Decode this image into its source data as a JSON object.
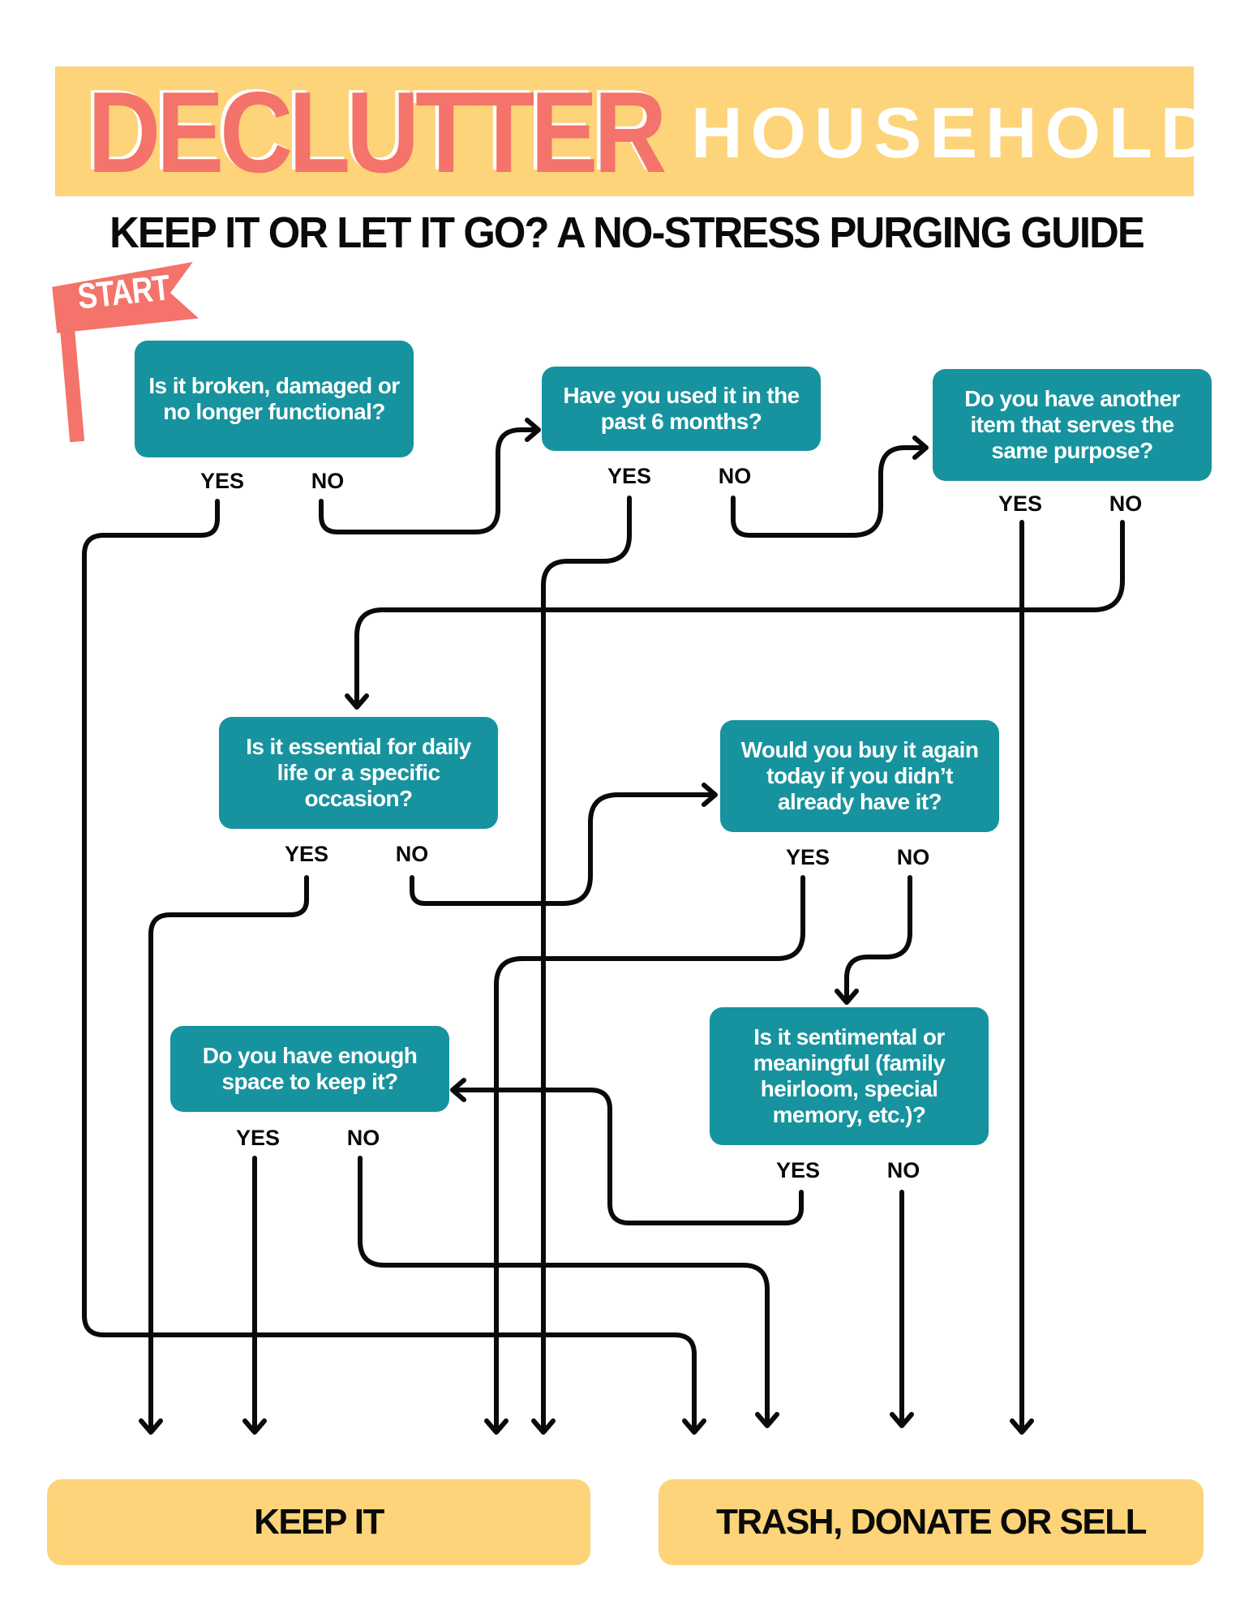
{
  "header": {
    "title_main": "DECLUTTER",
    "title_secondary": "HOUSEHOLD",
    "subtitle": "KEEP IT OR LET IT GO? A NO-STRESS PURGING GUIDE"
  },
  "start_flag": {
    "label": "START"
  },
  "questions": {
    "q1": "Is it broken, damaged or no longer functional?",
    "q2": "Have you used it in the past 6 months?",
    "q3": "Do you have another item that serves the same purpose?",
    "q4": "Is it essential for daily life or a specific occasion?",
    "q5": "Would you buy it again today if you didn’t already have it?",
    "q6": "Is it sentimental or meaningful (family heirloom, special memory, etc.)?",
    "q7": "Do you have enough space to keep it?"
  },
  "answers": {
    "yes": "YES",
    "no": "NO"
  },
  "outcomes": {
    "keep": "KEEP IT",
    "discard": "TRASH, DONATE OR SELL"
  },
  "colors": {
    "banner": "#fdd479",
    "accent": "#f4736a",
    "question_box": "#16939e",
    "line": "#0a0a0a"
  }
}
